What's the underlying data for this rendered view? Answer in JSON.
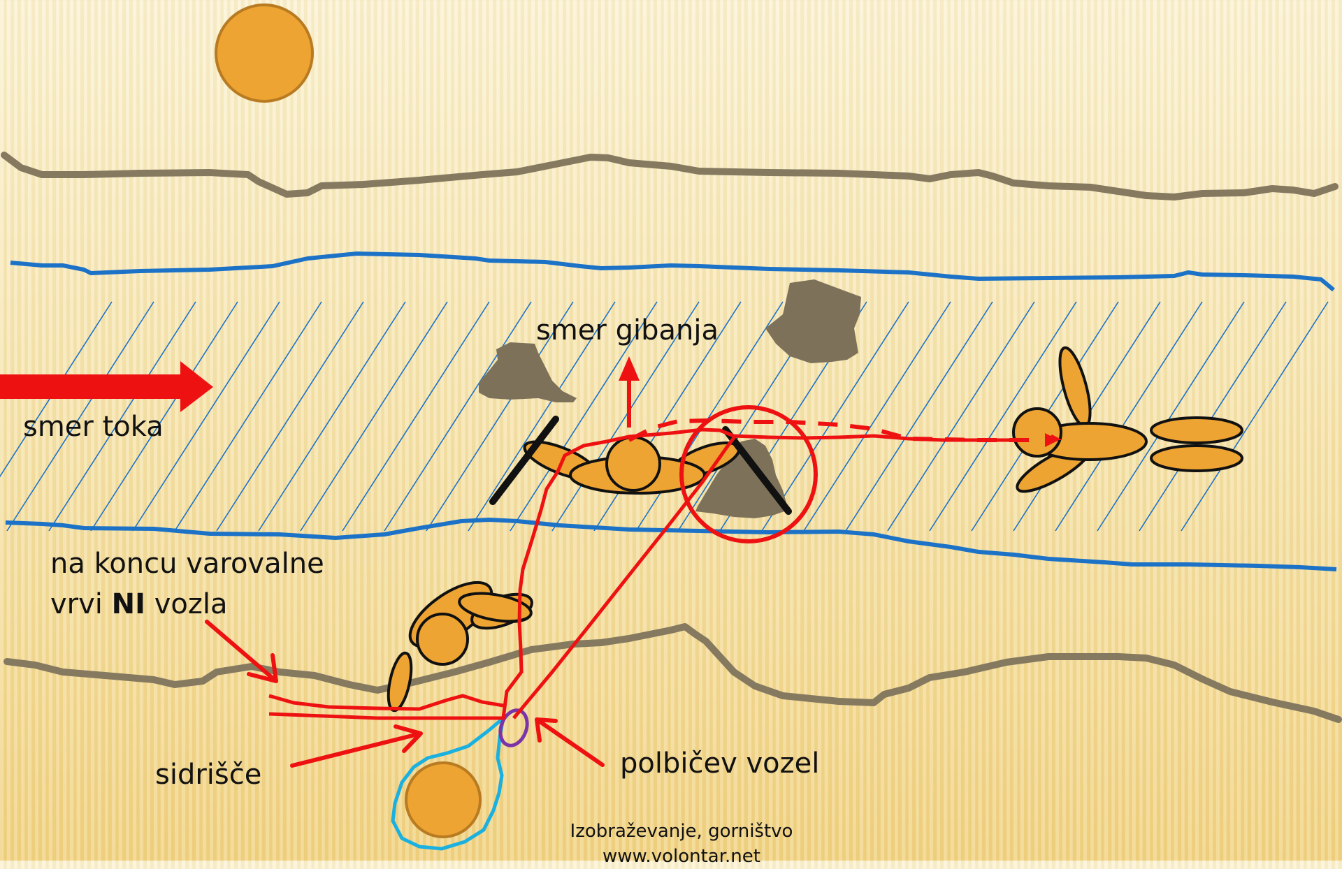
{
  "labels": {
    "flow_direction": "smer toka",
    "movement_direction": "smer gibanja",
    "rope_end_line1": "na koncu varovalne",
    "rope_end_line2_prefix": "vrvi ",
    "rope_end_line2_emphasis": "NI",
    "rope_end_line2_suffix": " vozla",
    "anchor": "sidrišče",
    "knot": "polbičev vozel"
  },
  "footer": {
    "line1": "Izobraževanje, gorništvo",
    "line2": "www.volontar.net"
  },
  "colors": {
    "bank": "#857a60",
    "water_line": "#1c72c6",
    "arrow_red": "#ee1111",
    "person_fill": "#eea432",
    "rock": "#7d7259",
    "anchor_outline": "#1ab0e0",
    "knot_ring": "#7b34a8"
  }
}
